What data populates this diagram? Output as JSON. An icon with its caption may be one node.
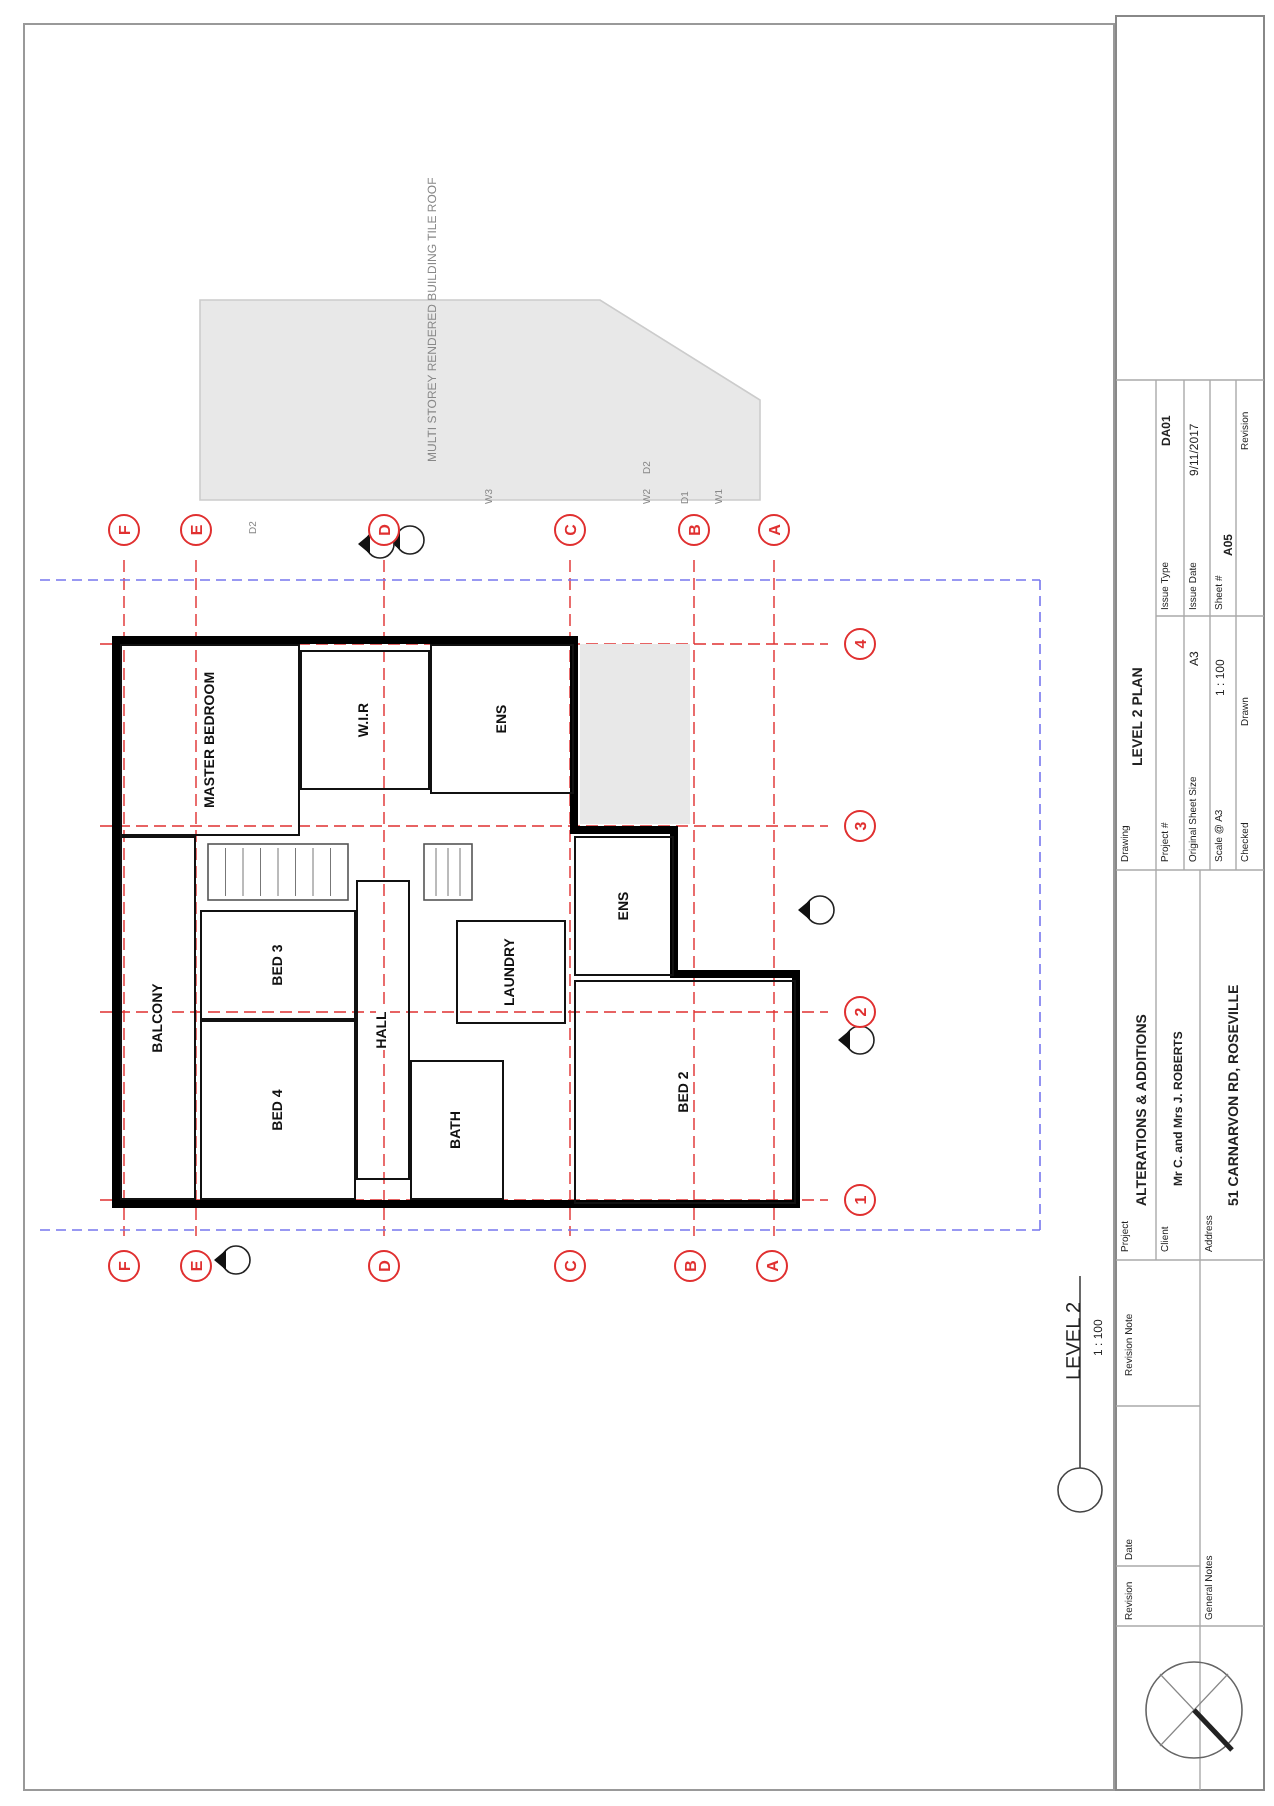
{
  "diagram": {
    "nodes": [
      {
        "text": [
          "MASTER BEDROOM"
        ]
      },
      {
        "text": [
          "W.I.R"
        ]
      },
      {
        "text": [
          "ENS"
        ]
      },
      {
        "text": [
          "BALCONY"
        ]
      },
      {
        "text": [
          "BED 3"
        ]
      },
      {
        "text": [
          "HALL"
        ]
      },
      {
        "text": [
          "LAUNDRY"
        ]
      },
      {
        "text": [
          "BED 4"
        ]
      },
      {
        "text": [
          "BATH"
        ]
      },
      {
        "text": [
          "ENS"
        ]
      },
      {
        "text": [
          "BED 2"
        ]
      },
      {
        "text": [
          "F"
        ]
      },
      {
        "text": [
          "E"
        ]
      },
      {
        "text": [
          "D"
        ]
      },
      {
        "text": [
          "C"
        ]
      },
      {
        "text": [
          "B"
        ]
      },
      {
        "text": [
          "A"
        ]
      },
      {
        "text": [
          "F"
        ]
      },
      {
        "text": [
          "E"
        ]
      },
      {
        "text": [
          "D"
        ]
      },
      {
        "text": [
          "C"
        ]
      },
      {
        "text": [
          "B"
        ]
      },
      {
        "text": [
          "A"
        ]
      },
      {
        "text": [
          "4"
        ]
      },
      {
        "text": [
          "3"
        ]
      },
      {
        "text": [
          "2"
        ]
      },
      {
        "text": [
          "1"
        ]
      },
      {
        "text": [],
        "shape": "box"
      }
    ],
    "labels": [
      "W1",
      "D1",
      "W2",
      "D2",
      "W3",
      "D2",
      "MULTI STOREY RENDERED BUILDING TILE ROOF",
      "LEVEL 2",
      "1 : 100",
      "Project",
      "ALTERATIONS & ADDITIONS",
      "Drawing",
      "LEVEL 2 PLAN",
      "Client",
      "Mr C. and Mrs J. ROBERTS",
      "Project #",
      "Issue Type",
      "DA01",
      "Original Sheet Size",
      "A3",
      "Issue Date",
      "9/11/2017",
      "Address",
      "51 CARNARVON RD, ROSEVILLE",
      "Scale @ A3",
      "1 : 100",
      "Sheet #",
      "A05",
      "Checked",
      "Drawn",
      "Revision",
      "Revision",
      "Date",
      "Revision Note",
      "General Notes"
    ]
  }
}
